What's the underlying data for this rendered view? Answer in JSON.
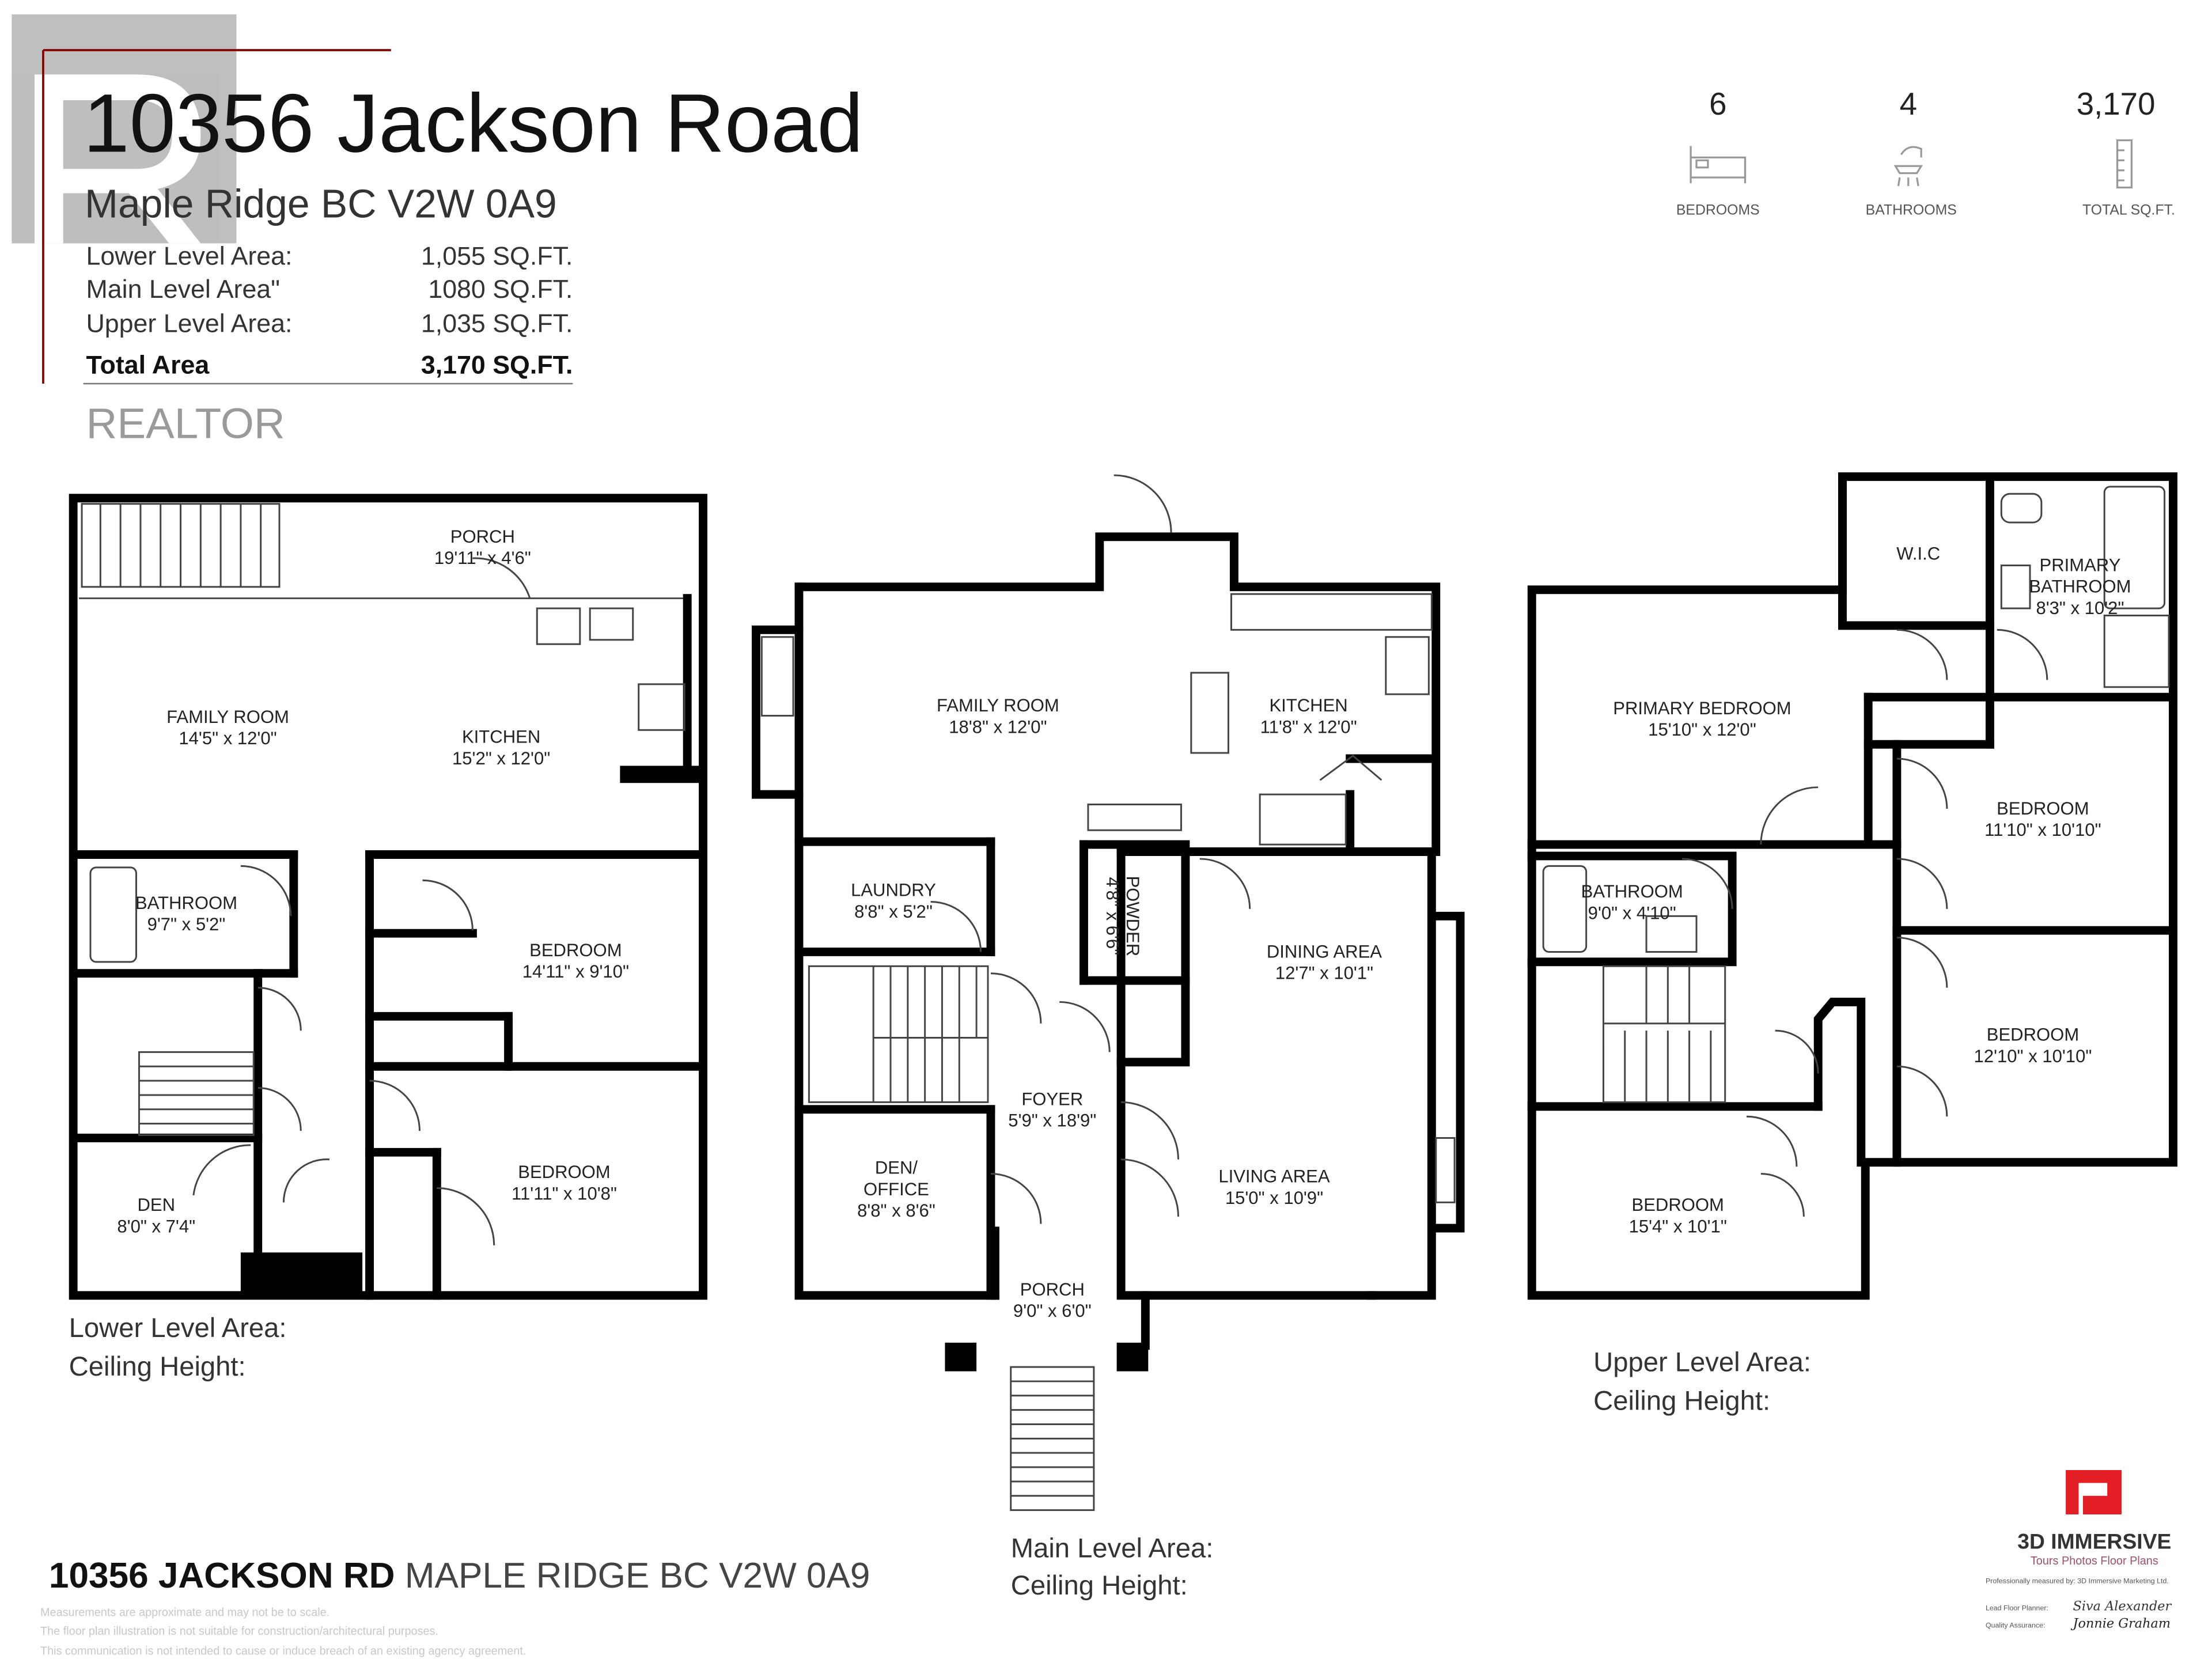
{
  "header": {
    "title": "10356 Jackson Road",
    "subtitle": "Maple Ridge BC V2W 0A9",
    "areas": [
      {
        "label": "Lower Level Area:",
        "value": "1,055 SQ.FT."
      },
      {
        "label": "Main Level Area\"",
        "value": "1080 SQ.FT."
      },
      {
        "label": "Upper Level Area:",
        "value": "1,035 SQ.FT."
      }
    ],
    "total": {
      "label": "Total Area",
      "value": "3,170 SQ.FT."
    }
  },
  "watermark": {
    "text": "REALTOR"
  },
  "stats": [
    {
      "value": "6",
      "label": "BEDROOMS",
      "icon": "bed-icon"
    },
    {
      "value": "4",
      "label": "BATHROOMS",
      "icon": "shower-icon"
    },
    {
      "value": "3,170",
      "label": "TOTAL SQ.FT.",
      "icon": "ruler-icon"
    }
  ],
  "lower": {
    "rooms": [
      {
        "name": "PORCH",
        "dim": "19'11\" x 4'6\""
      },
      {
        "name": "FAMILY ROOM",
        "dim": "14'5\" x 12'0\""
      },
      {
        "name": "KITCHEN",
        "dim": "15'2\" x 12'0\""
      },
      {
        "name": "BATHROOM",
        "dim": "9'7\" x 5'2\""
      },
      {
        "name": "BEDROOM",
        "dim": "14'11\" x 9'10\""
      },
      {
        "name": "BEDROOM",
        "dim": "11'11\" x 10'8\""
      },
      {
        "name": "DEN",
        "dim": "8'0\" x 7'4\""
      }
    ],
    "area_label": "Lower Level Area:",
    "ceiling_label": "Ceiling Height:"
  },
  "main": {
    "rooms": [
      {
        "name": "FAMILY ROOM",
        "dim": "18'8\" x 12'0\""
      },
      {
        "name": "KITCHEN",
        "dim": "11'8\" x 12'0\""
      },
      {
        "name": "LAUNDRY",
        "dim": "8'8\" x 5'2\""
      },
      {
        "name": "POWDER",
        "dim": "4'8\" x 6'6\""
      },
      {
        "name": "DINING AREA",
        "dim": "12'7\" x 10'1\""
      },
      {
        "name": "FOYER",
        "dim": "5'9\" x 18'9\""
      },
      {
        "name": "DEN/",
        "name2": "OFFICE",
        "dim": "8'8\" x 8'6\""
      },
      {
        "name": "LIVING AREA",
        "dim": "15'0\" x 10'9\""
      },
      {
        "name": "PORCH",
        "dim": "9'0\" x 6'0\""
      }
    ],
    "area_label": "Main Level Area:",
    "ceiling_label": "Ceiling Height:"
  },
  "upper": {
    "rooms": [
      {
        "name": "W.I.C",
        "dim": ""
      },
      {
        "name": "PRIMARY",
        "name2": "BATHROOM",
        "dim": "8'3\" x 10'2\""
      },
      {
        "name": "PRIMARY BEDROOM",
        "dim": "15'10\" x 12'0\""
      },
      {
        "name": "BEDROOM",
        "dim": "11'10\" x 10'10\""
      },
      {
        "name": "BATHROOM",
        "dim": "9'0\" x 4'10\""
      },
      {
        "name": "BEDROOM",
        "dim": "12'10\" x 10'10\""
      },
      {
        "name": "BEDROOM",
        "dim": "15'4\" x 10'1\""
      }
    ],
    "area_label": "Upper Level Area:",
    "ceiling_label": "Ceiling Height:"
  },
  "footer": {
    "address_bold": "10356 JACKSON RD",
    "address_rest": "MAPLE RIDGE BC V2W 0A9",
    "disclaimers": [
      "Measurements are approximate and may not be to scale.",
      "The floor plan illustration is not suitable for construction/architectural purposes.",
      "This communication is not intended to cause or induce breach of an existing agency agreement."
    ]
  },
  "brand": {
    "name": "3D IMMERSIVE",
    "tagline": "Tours  Photos  Floor Plans",
    "measured_by": "Professionally measured by: 3D Immersive Marketing Ltd.",
    "lead_label": "Lead Floor Planner:",
    "lead_sig": "Siva Alexander",
    "qa_label": "Quality Assurance:",
    "qa_sig": "Jonnie Graham",
    "color": "#e31e24"
  },
  "colors": {
    "accent_line": "#8b0000",
    "watermark": "#9a9a9a"
  }
}
